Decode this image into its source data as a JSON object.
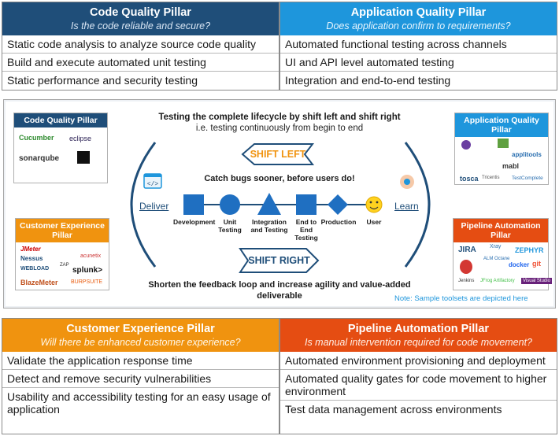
{
  "top": {
    "code": {
      "title": "Code Quality Pillar",
      "subtitle": "Is the code reliable and secure?",
      "rows": [
        "Static code analysis to analyze source code quality",
        "Build and execute automated unit testing",
        "Static performance and security testing"
      ]
    },
    "app": {
      "title": "Application Quality Pillar",
      "subtitle": "Does application confirm to requirements?",
      "rows": [
        "Automated functional testing across channels",
        "UI and API level automated testing",
        "Integration and end-to-end testing"
      ]
    }
  },
  "bottom": {
    "cx": {
      "title": "Customer Experience Pillar",
      "subtitle": "Will there be enhanced customer experience?",
      "rows": [
        "Validate the application response time",
        "Detect and remove security vulnerabilities",
        "Usability and accessibility testing for an easy usage of application"
      ]
    },
    "pa": {
      "title": "Pipeline Automation Pillar",
      "subtitle": "Is manual intervention required for code movement?",
      "rows": [
        "Automated environment provisioning and deployment",
        "Automated quality gates for code movement to higher environment",
        "Test data management across environments"
      ]
    }
  },
  "center": {
    "lifecycle": "Testing the complete  lifecycle by shift left and shift right",
    "lifecycle_sub": "i.e. testing continuously from begin to end",
    "shift_left": "SHIFT LEFT",
    "catch": "Catch bugs sooner, before users do!",
    "shift_right": "SHIFT RIGHT",
    "shorten": "Shorten the feedback loop and increase agility and value-added deliverable",
    "deliver": "Deliver",
    "learn": "Learn",
    "stages": [
      "Development",
      "Unit Testing",
      "Integration and Testing",
      "End to End Testing",
      "Production",
      "User"
    ],
    "note": "Note: Sample toolsets are depicted here"
  },
  "toolsets": {
    "code": {
      "title": "Code Quality Pillar",
      "tools": [
        "Cucumber",
        "eclipse",
        "sonarqube"
      ]
    },
    "app": {
      "title": "Application Quality Pillar",
      "tools": [
        "applitools",
        "mabl",
        "tosca",
        "TestComplete",
        "Tricentis"
      ]
    },
    "cx": {
      "title": "Customer Experience Pillar",
      "tools": [
        "JMeter",
        "Nessus",
        "acunetix",
        "WEBLOAD",
        "splunk>",
        "BlazeMeter",
        "BURPSUITE",
        "ZAP"
      ]
    },
    "pa": {
      "title": "Pipeline Automation Pillar",
      "tools": [
        "JIRA",
        "Xray",
        "ZEPHYR",
        "ALM Octane",
        "docker",
        "git",
        "Jenkins",
        "JFrog Artifactory",
        "Visual Studio"
      ]
    }
  },
  "colors": {
    "code": "#1f4e79",
    "app": "#1e96dc",
    "cx": "#f0930f",
    "pa": "#e54d12"
  }
}
